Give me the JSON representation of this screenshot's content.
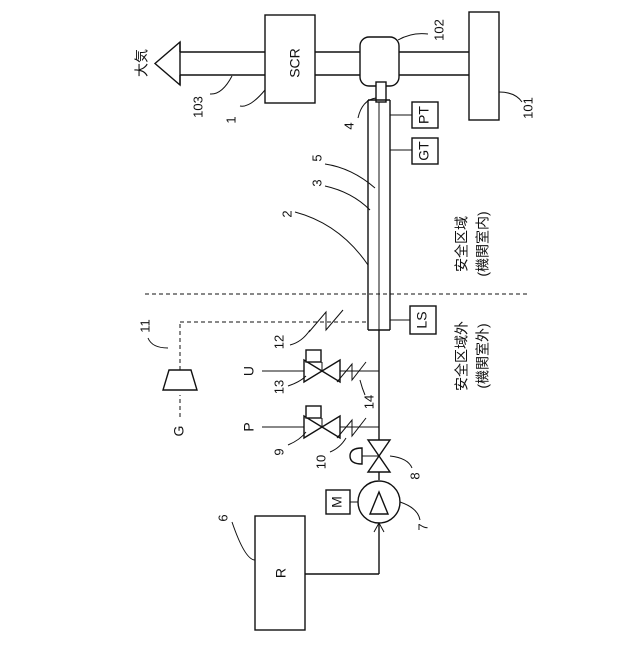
{
  "labels": {
    "scr": "SCR",
    "pt": "PT",
    "gt": "GT",
    "ls": "LS",
    "m": "M",
    "r": "R",
    "g": "G",
    "p": "P",
    "u": "U",
    "atmosphere": "大気",
    "safe_zone_line1": "安全区域",
    "safe_zone_line2": "(機関室内)",
    "outside_zone_line1": "安全区域外",
    "outside_zone_line2": "(機関室外)"
  },
  "refs": {
    "n1": "1",
    "n2": "2",
    "n3": "3",
    "n4": "4",
    "n5": "5",
    "n6": "6",
    "n7": "7",
    "n8": "8",
    "n9": "9",
    "n10": "10",
    "n11": "11",
    "n12": "12",
    "n13": "13",
    "n14": "14",
    "n101": "101",
    "n102": "102",
    "n103": "103"
  }
}
